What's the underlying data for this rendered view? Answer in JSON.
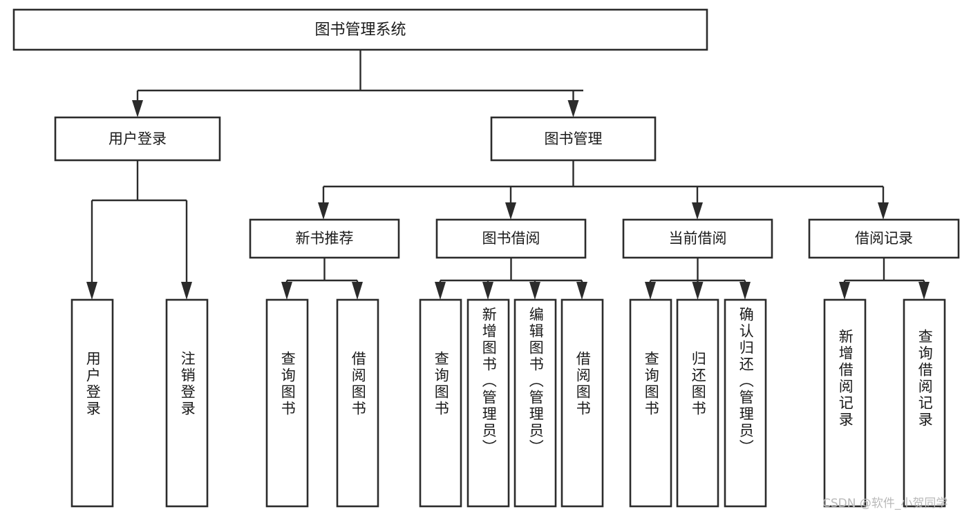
{
  "diagram": {
    "title": "图书管理系统",
    "type": "tree-hierarchy",
    "watermark": "CSDN @软件_小贺同学",
    "colors": {
      "background": "#ffffff",
      "box_fill": "#ffffff",
      "box_stroke": "#2b2b2b",
      "text": "#1a1a1a",
      "watermark": "#b9b9b9"
    },
    "root": {
      "label": "图书管理系统"
    },
    "level2": [
      {
        "label": "用户登录"
      },
      {
        "label": "图书管理"
      }
    ],
    "level3": [
      {
        "label": "新书推荐"
      },
      {
        "label": "图书借阅"
      },
      {
        "label": "当前借阅"
      },
      {
        "label": "借阅记录"
      }
    ],
    "leaves": {
      "user_login": [
        {
          "label": "用户登录"
        },
        {
          "label": "注销登录"
        }
      ],
      "new_book": [
        {
          "label": "查询图书"
        },
        {
          "label": "借阅图书"
        }
      ],
      "book_borrow": [
        {
          "label": "查询图书"
        },
        {
          "label": "新增图书（管理员）"
        },
        {
          "label": "编辑图书（管理员）"
        },
        {
          "label": "借阅图书"
        }
      ],
      "current_borrow": [
        {
          "label": "查询图书"
        },
        {
          "label": "归还图书"
        },
        {
          "label": "确认归还（管理员）"
        }
      ],
      "borrow_record": [
        {
          "label": "新增借阅记录"
        },
        {
          "label": "查询借阅记录"
        }
      ]
    }
  }
}
